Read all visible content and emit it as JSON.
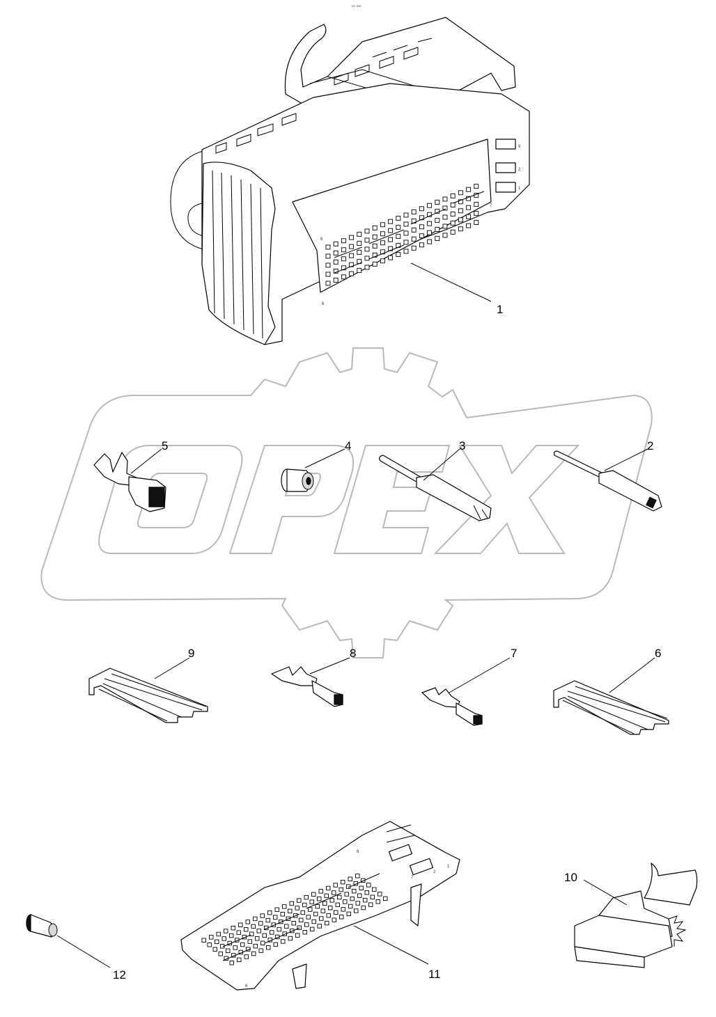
{
  "page_marker": "⁰⁰ ⁰⁰⁰",
  "watermark": {
    "text": "OPEX",
    "color": "#b9b9b9"
  },
  "parts": [
    {
      "id": "1",
      "label": "1"
    },
    {
      "id": "2",
      "label": "2"
    },
    {
      "id": "3",
      "label": "3"
    },
    {
      "id": "4",
      "label": "4"
    },
    {
      "id": "5",
      "label": "5"
    },
    {
      "id": "6",
      "label": "6"
    },
    {
      "id": "7",
      "label": "7"
    },
    {
      "id": "8",
      "label": "8"
    },
    {
      "id": "9",
      "label": "9"
    },
    {
      "id": "10",
      "label": "10"
    },
    {
      "id": "11",
      "label": "11"
    },
    {
      "id": "12",
      "label": "12"
    }
  ],
  "housing_markings": {
    "top_right": "9",
    "mid_right": "2",
    "low_right": "1",
    "corner": "7",
    "top_left": "6",
    "bottom_left": "6"
  },
  "cover_markings": {
    "a": "1",
    "b": "2",
    "c": "7",
    "d": "6",
    "e": "6"
  }
}
